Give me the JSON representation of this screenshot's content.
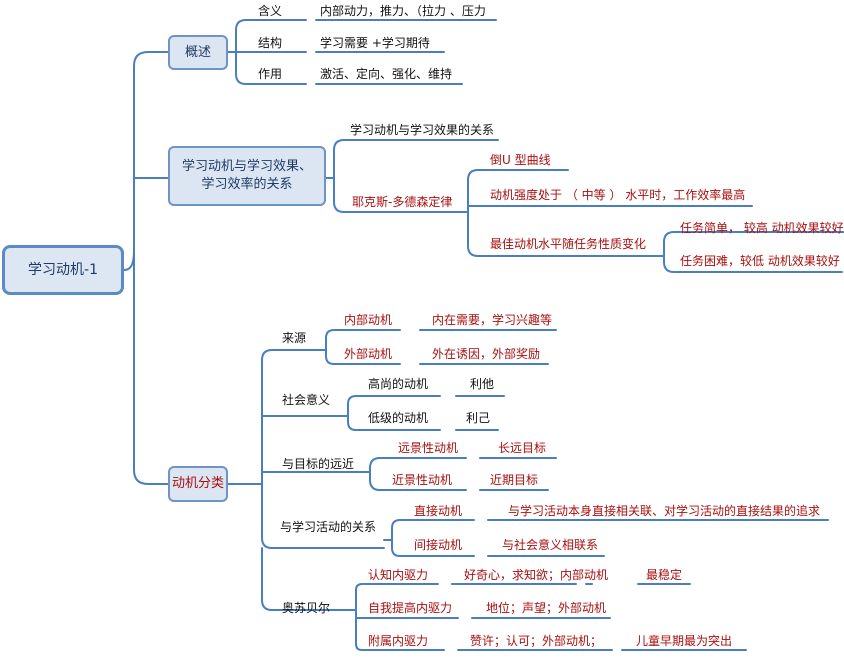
{
  "root": "学习动机-1",
  "overview": {
    "label": "概述",
    "items": [
      {
        "key": "含义",
        "value": "内部动力，推力、（拉力 、压力"
      },
      {
        "key": "结构",
        "value": "学习需要 +学习期待"
      },
      {
        "key": "作用",
        "value": "激活、定向、强化、维持"
      }
    ]
  },
  "relation": {
    "label": "学习动机与学习效果、学习效率的关系",
    "line1": "学习动机与学习效果、",
    "line2": "学习效率的关系",
    "child1": "学习动机与学习效果的关系",
    "law": "耶克斯-多德森定律",
    "law_items": [
      "倒U 型曲线",
      "动机强度处于 （ 中等 ） 水平时，工作效率最高",
      "最佳动机水平随任务性质变化"
    ],
    "task_items": [
      "任务简单， 较高 动机效果较好",
      "任务困难，较低 动机效果较好"
    ]
  },
  "classification": {
    "label": "动机分类",
    "source": {
      "label": "来源",
      "internal": "内部动机",
      "internal_desc": "内在需要，学习兴趣等",
      "external": "外部动机",
      "external_desc": "外在诱因，外部奖励"
    },
    "social": {
      "label": "社会意义",
      "noble": "高尚的动机",
      "noble_desc": "利他",
      "low": "低级的动机",
      "low_desc": "利己"
    },
    "distance": {
      "label": "与目标的远近",
      "far": "远景性动机",
      "far_desc": "长远目标",
      "near": "近景性动机",
      "near_desc": "近期目标"
    },
    "activity": {
      "label": "与学习活动的关系",
      "direct": "直接动机",
      "direct_desc": "与学习活动本身直接相关联、对学习活动的直接结果的追求",
      "indirect": "间接动机",
      "indirect_desc": "与社会意义相联系"
    },
    "ausubel": {
      "label": "奥苏贝尔",
      "cognitive": "认知内驱力",
      "cognitive_desc": "好奇心，求知欲；内部动机",
      "cognitive_note": "最稳定",
      "ego": "自我提高内驱力",
      "ego_desc": "地位；声望；外部动机",
      "affiliative": "附属内驱力",
      "affiliative_desc": "赞许；认可；外部动机；",
      "affiliative_note": "儿童早期最为突出"
    }
  },
  "colors": {
    "line": "#4a7ec2",
    "box_fill": "#dce6f2",
    "box_border": "#6f94c4",
    "red_text": "#a80f0f"
  }
}
